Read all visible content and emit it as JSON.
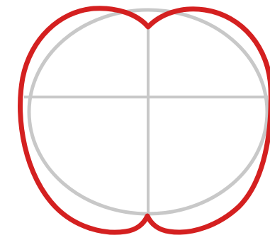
{
  "figure": {
    "background_color": "#ffffff",
    "guide_color": "#c8c8c8",
    "outline_color": "#d42020",
    "elements": [
      {
        "name": "guide-circle",
        "kind": "circle"
      },
      {
        "name": "horizontal-axis-line",
        "kind": "line"
      },
      {
        "name": "vertical-axis-line",
        "kind": "line"
      },
      {
        "name": "apple-outline",
        "kind": "curve"
      }
    ]
  }
}
